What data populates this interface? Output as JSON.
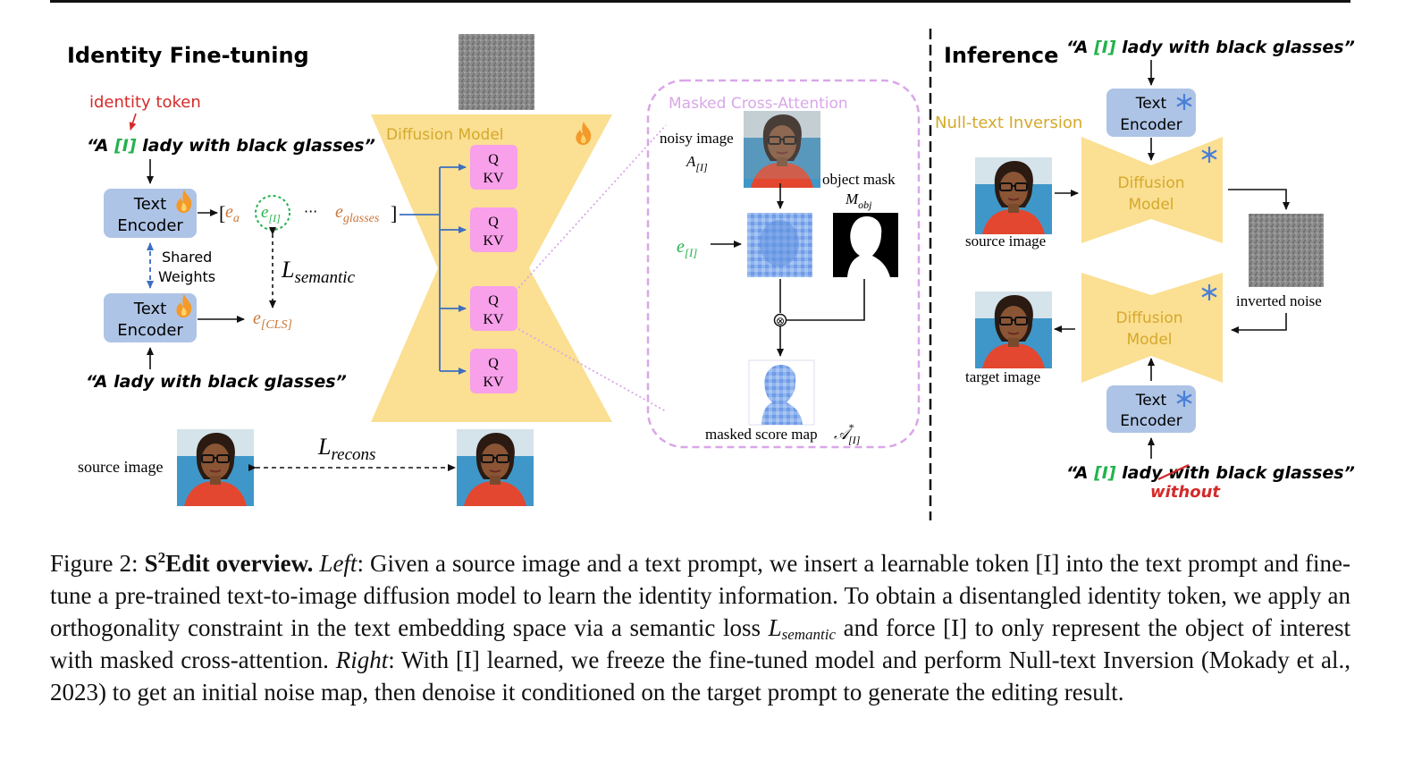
{
  "left": {
    "title": "Identity Fine-tuning",
    "identity_token_label": "identity token",
    "prompt_with_token": {
      "open": "“A ",
      "token": "[I]",
      "rest": " lady with black glasses”"
    },
    "prompt_plain": "“A lady with black glasses”",
    "text_encoder_line1": "Text",
    "text_encoder_line2": "Encoder",
    "shared_weights_line1": "Shared",
    "shared_weights_line2": "Weights",
    "embedding_seq": {
      "open": "[",
      "ea": "e",
      "ea_sub": "a",
      "ei": "e",
      "ei_sub": "[I]",
      "dots": "···",
      "eg": "e",
      "eg_sub": "glasses",
      "close": "]"
    },
    "ecls": {
      "e": "e",
      "sub": "[CLS]"
    },
    "l_semantic": {
      "L": "L",
      "sub": "semantic"
    },
    "l_recons": {
      "L": "L",
      "sub": "recons"
    },
    "source_image_label": "source image",
    "diffusion_model_label": "Diffusion Model",
    "qkv_line1": "Q",
    "qkv_line2": "KV"
  },
  "middle": {
    "title": "Masked Cross-Attention",
    "noisy_image_label": "noisy image",
    "noisy_A": {
      "A": "A",
      "sub": "[I]"
    },
    "object_mask_label": "object mask",
    "object_mask_M": {
      "M": "M",
      "sub": "obj"
    },
    "e_token": {
      "e": "e",
      "sub": "[I]"
    },
    "masked_score_map_label": "masked score map",
    "masked_A": {
      "A": "𝒜",
      "sub": "[I]",
      "sup": "*"
    },
    "otimes": "⊗"
  },
  "right": {
    "title": "Inference",
    "null_text_label": "Null-text Inversion",
    "prompt_top": {
      "open": "“A ",
      "token": "[I]",
      "rest": " lady with black glasses”"
    },
    "prompt_bottom": {
      "open": "“A ",
      "token": "[I]",
      "pre": " lady ",
      "struck": "with",
      "rest": " black glasses”"
    },
    "without_label": "without",
    "text_encoder_line1": "Text",
    "text_encoder_line2": "Encoder",
    "diffusion_line1": "Diffusion",
    "diffusion_line2": "Model",
    "source_image_label": "source image",
    "inverted_noise_label": "inverted noise",
    "target_image_label": "target image"
  },
  "icons": {
    "fire": "fire-icon",
    "snowflake": "snowflake-icon"
  },
  "colors": {
    "encoder_fill": "#aec4e6",
    "diffusion_fill": "#fbdf92",
    "qkv_fill": "#f8a0ea",
    "token_green": "#22b24c",
    "embedding_orange": "#c9773a",
    "identity_red": "#d42a2a",
    "masked_purple": "#d9a7e8",
    "diffusion_text": "#d4a92c",
    "fire_orange": "#f39a2a",
    "snow_blue": "#4a7fd6"
  },
  "caption": {
    "prefix": "Figure 2: ",
    "s": "S",
    "sup": "2",
    "bold": "Edit overview.",
    "left_label": "Left",
    "p1": ": Given a source image and a text prompt, we insert a learnable token [I] into the text prompt and fine-tune a pre-trained text-to-image diffusion model to learn the identity information. To obtain a disentangled identity token, we apply an orthogonality constraint in the text embedding space via a semantic loss ",
    "lsem_L": "L",
    "lsem_sub": "semantic",
    "p2": " and force [I] to only represent the object of interest with masked cross-attention. ",
    "right_label": "Right",
    "p3": ": With [I] learned, we freeze the fine-tuned model and perform Null-text Inversion (Mokady et al., 2023) to get an initial noise map, then denoise it conditioned on the target prompt to generate the editing result."
  }
}
